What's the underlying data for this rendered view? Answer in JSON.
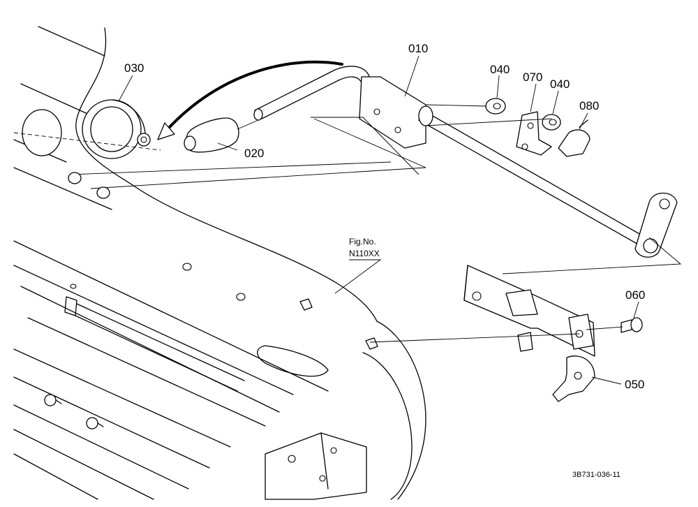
{
  "diagram": {
    "parts": [
      {
        "label": "010"
      },
      {
        "label": "020"
      },
      {
        "label": "030"
      },
      {
        "label": "040"
      },
      {
        "label": "070"
      },
      {
        "label": "040"
      },
      {
        "label": "080"
      },
      {
        "label": "060"
      },
      {
        "label": "050"
      }
    ],
    "figure_label_line1": "Fig.No.",
    "figure_label_line2": "N110XX",
    "drawing_reference": "3B731-036-11"
  }
}
